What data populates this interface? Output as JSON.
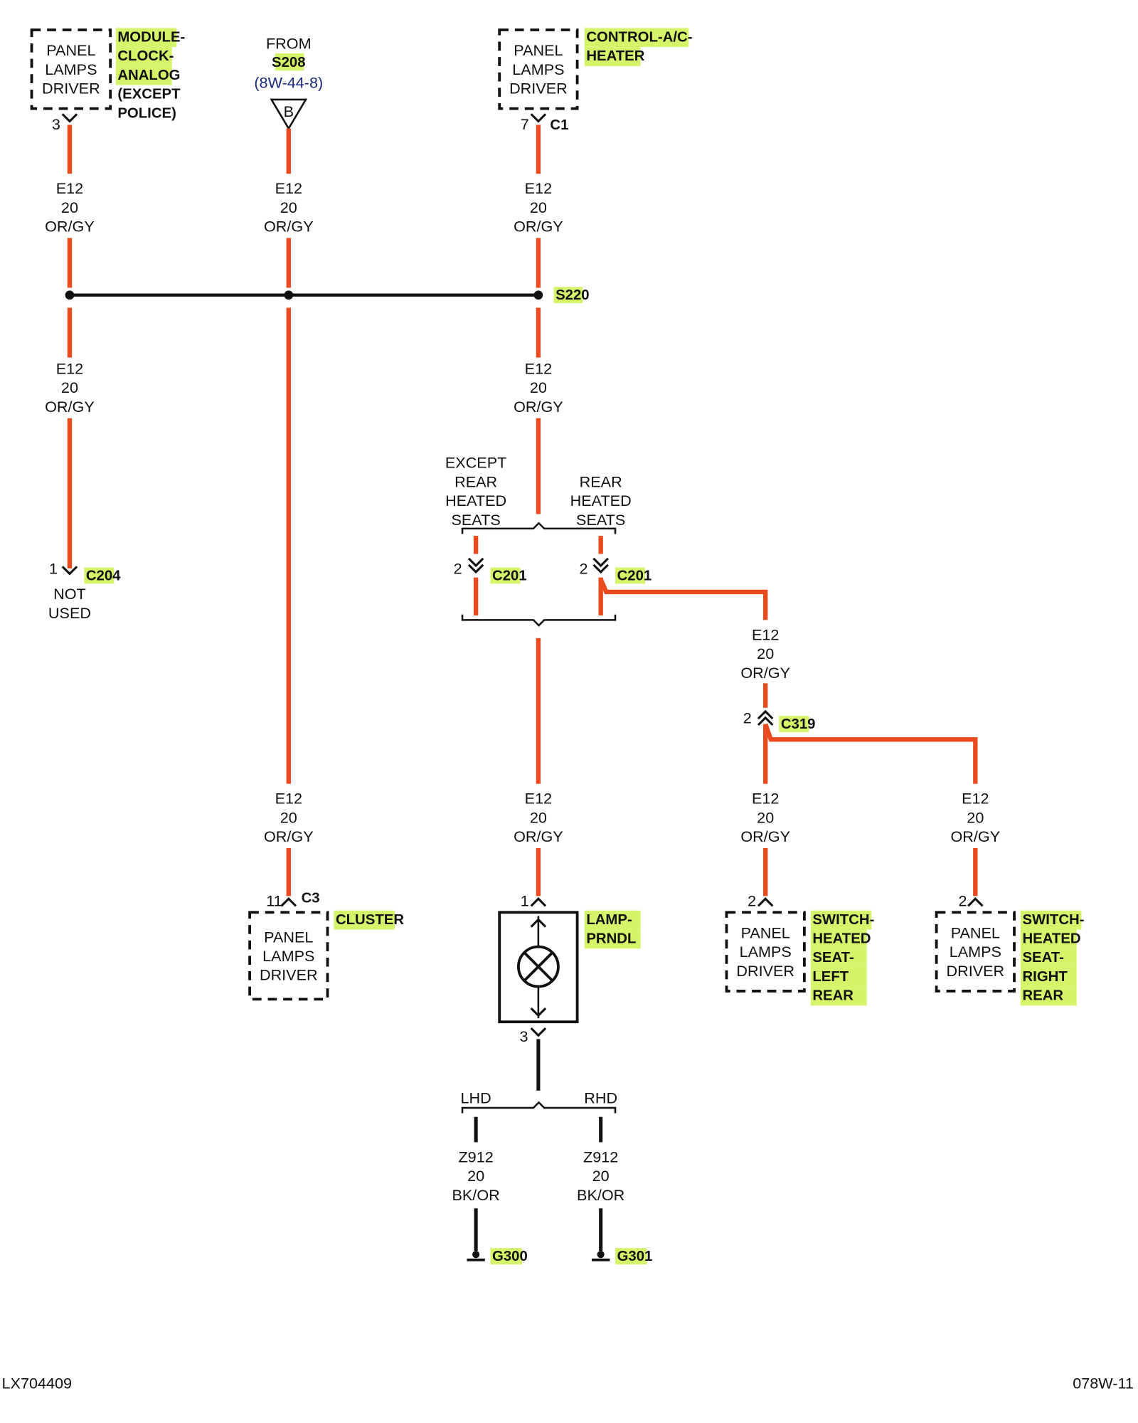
{
  "palette": {
    "wire_red": "#ea4a1e",
    "highlight": "#d4f56a",
    "ref_link": "#1b2a7a",
    "ink": "#111111"
  },
  "icons": [
    "ground-icon",
    "lamp-bulb-icon",
    "connector-icon",
    "splice-dot-icon",
    "harness-triangle-icon"
  ],
  "components": {
    "clock": {
      "inner": [
        "PANEL",
        "LAMPS",
        "DRIVER"
      ],
      "name": [
        "MODULE-",
        "CLOCK-",
        "ANALOG"
      ],
      "note": [
        "(EXCEPT",
        "POLICE)"
      ],
      "pin": "3"
    },
    "hvac": {
      "inner": [
        "PANEL",
        "LAMPS",
        "DRIVER"
      ],
      "name": [
        "CONTROL-A/C-",
        "HEATER"
      ],
      "pin": "7",
      "conn": "C1"
    },
    "from": {
      "text": "FROM",
      "splice": "S208",
      "ref": "(8W-44-8)",
      "tri": "B"
    },
    "cluster": {
      "inner": [
        "PANEL",
        "LAMPS",
        "DRIVER"
      ],
      "name": [
        "CLUSTER"
      ],
      "pin": "11",
      "conn": "C3"
    },
    "prndl": {
      "name": [
        "LAMP-",
        "PRNDL"
      ],
      "pin_top": "1",
      "pin_bot": "3"
    },
    "seat_left": {
      "inner": [
        "PANEL",
        "LAMPS",
        "DRIVER"
      ],
      "name": [
        "SWITCH-",
        "HEATED",
        "SEAT-",
        "LEFT",
        "REAR"
      ],
      "pin": "2"
    },
    "seat_right": {
      "inner": [
        "PANEL",
        "LAMPS",
        "DRIVER"
      ],
      "name": [
        "SWITCH-",
        "HEATED",
        "SEAT-",
        "RIGHT",
        "REAR"
      ],
      "pin": "2"
    }
  },
  "wire": {
    "circuit": "E12",
    "gauge": "20",
    "color": "OR/GY"
  },
  "ground_wire": {
    "circuit": "Z912",
    "gauge": "20",
    "color": "BK/OR"
  },
  "splice_label": "S220",
  "connectors": {
    "c204": {
      "pin": "1",
      "name": "C204",
      "note": [
        "NOT",
        "USED"
      ]
    },
    "c201_left": {
      "pin": "2",
      "name": "C201"
    },
    "c201_right": {
      "pin": "2",
      "name": "C201"
    },
    "c319": {
      "pin": "2",
      "name": "C319"
    }
  },
  "options": {
    "except": [
      "EXCEPT",
      "REAR",
      "HEATED",
      "SEATS"
    ],
    "rear": [
      "REAR",
      "HEATED",
      "SEATS"
    ],
    "lhd": "LHD",
    "rhd": "RHD"
  },
  "grounds": {
    "g300": "G300",
    "g301": "G301"
  },
  "footer": {
    "left": "LX704409",
    "right": "078W-11"
  }
}
